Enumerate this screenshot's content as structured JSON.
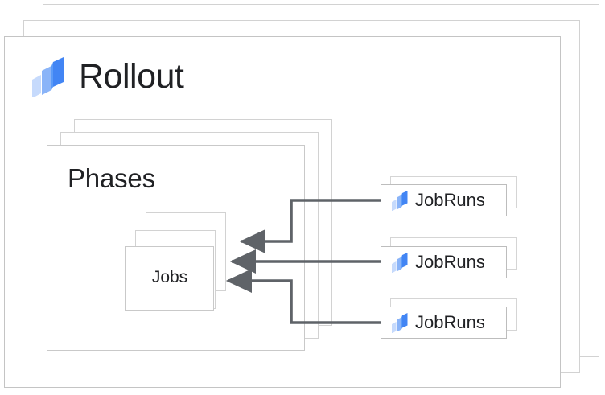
{
  "diagram": {
    "title": "Rollout",
    "logo_icon": "rollout-logo-icon",
    "colors": {
      "logo_light": "#c6dafc",
      "logo_mid": "#8ab4f8",
      "logo_dark": "#4285f4",
      "card_border": "#c9c9c9",
      "connector": "#5f6368",
      "text": "#202124",
      "background": "#ffffff"
    },
    "rollout_stack": {
      "name": "Rollout",
      "card_count": 3
    },
    "phases_stack": {
      "label": "Phases",
      "card_count": 3
    },
    "jobs_stack": {
      "label": "Jobs",
      "card_count": 3
    },
    "jobruns": [
      {
        "label": "JobRuns",
        "icon": "rollout-logo-icon",
        "card_count": 2
      },
      {
        "label": "JobRuns",
        "icon": "rollout-logo-icon",
        "card_count": 2
      },
      {
        "label": "JobRuns",
        "icon": "rollout-logo-icon",
        "card_count": 2
      }
    ],
    "connectors": [
      {
        "from": "jobruns-1",
        "to": "jobs",
        "direction": "left"
      },
      {
        "from": "jobruns-2",
        "to": "jobs",
        "direction": "left"
      },
      {
        "from": "jobruns-3",
        "to": "jobs",
        "direction": "left"
      }
    ]
  }
}
